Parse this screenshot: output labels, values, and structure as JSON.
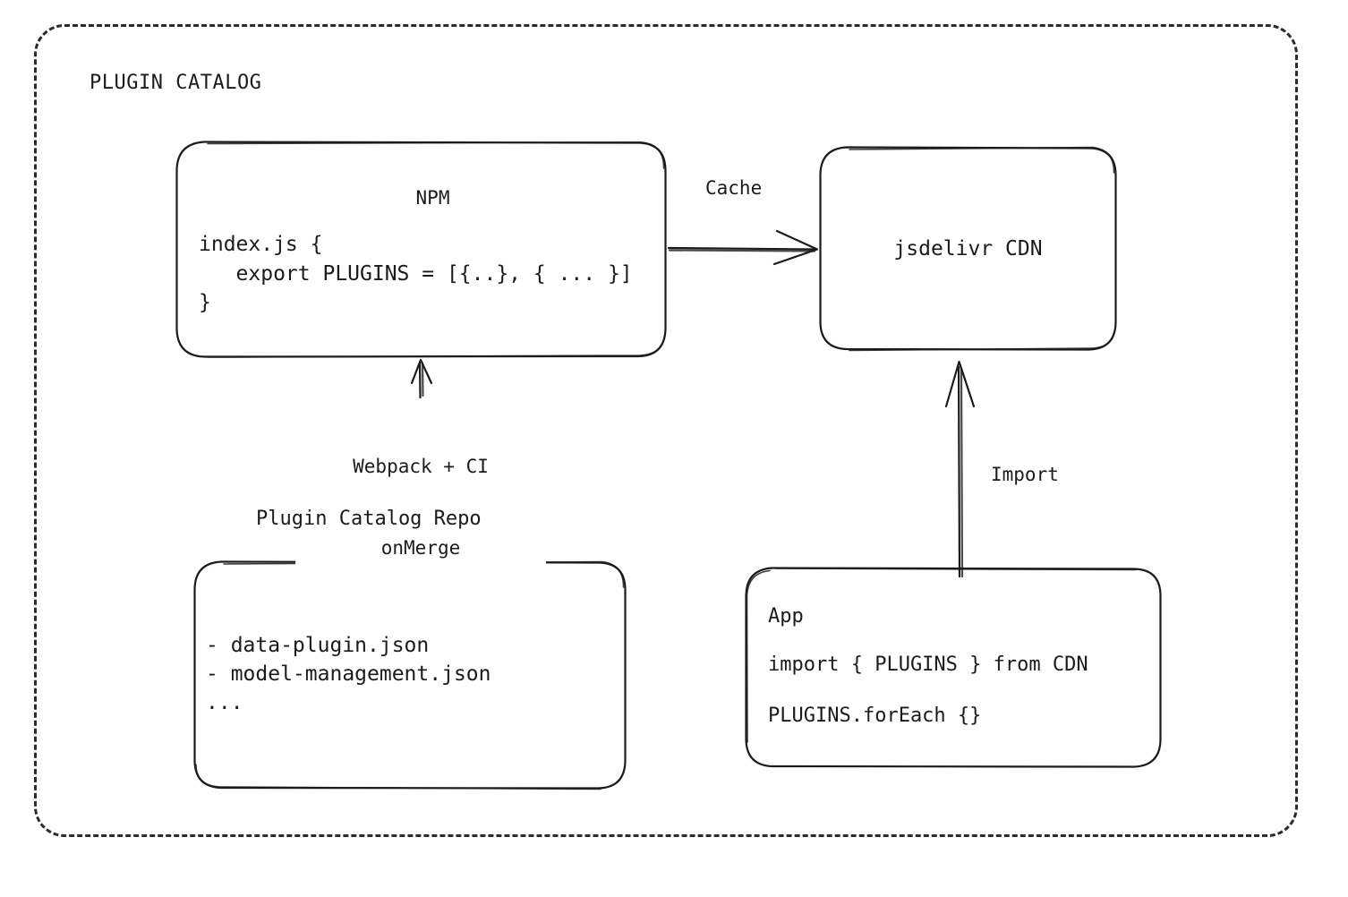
{
  "diagram": {
    "frame_title": "PLUGIN CATALOG",
    "background": "#ffffff",
    "stroke_color": "#1b1b1f"
  },
  "nodes": {
    "npm": {
      "title": "NPM",
      "code": [
        "index.js {",
        "   export PLUGINS = [{..}, { ... }]",
        "}"
      ]
    },
    "cdn": {
      "label": "jsdelivr CDN"
    },
    "repo": {
      "caption": "Plugin Catalog Repo",
      "lines": [
        "- data-plugin.json",
        "- model-management.json",
        "..."
      ]
    },
    "app": {
      "title": "App",
      "code": [
        "import { PLUGINS } from CDN",
        "PLUGINS.forEach {}"
      ]
    }
  },
  "edges": {
    "cache": {
      "label": "Cache",
      "from": "npm",
      "to": "cdn"
    },
    "import": {
      "label": "Import",
      "from": "app",
      "to": "cdn"
    },
    "build": {
      "label_line1": "Webpack + CI",
      "label_line2": "onMerge",
      "from": "repo",
      "to": "npm"
    }
  }
}
